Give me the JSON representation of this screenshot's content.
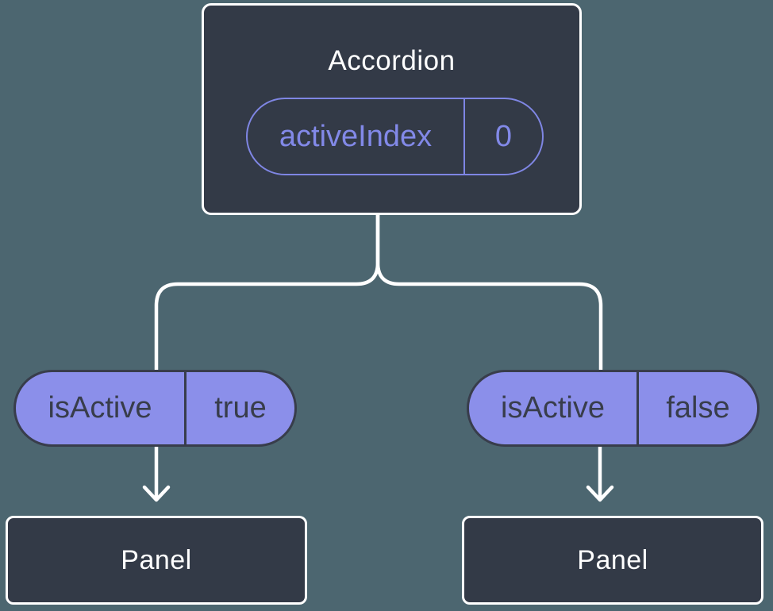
{
  "diagram": {
    "type": "component-tree",
    "root_component": {
      "name": "Accordion",
      "state": {
        "label": "activeIndex",
        "value": "0"
      }
    },
    "children": [
      {
        "prop": {
          "label": "isActive",
          "value": "true"
        },
        "component": {
          "name": "Panel"
        }
      },
      {
        "prop": {
          "label": "isActive",
          "value": "false"
        },
        "component": {
          "name": "Panel"
        }
      }
    ],
    "colors": {
      "background": "#4c6670",
      "node_fill": "#333a47",
      "node_border": "#ffffff",
      "node_text": "#ffffff",
      "state_accent": "#7f86e4",
      "prop_fill": "#8b8fea",
      "prop_border_text": "#383d4b",
      "connector": "#ffffff"
    }
  }
}
